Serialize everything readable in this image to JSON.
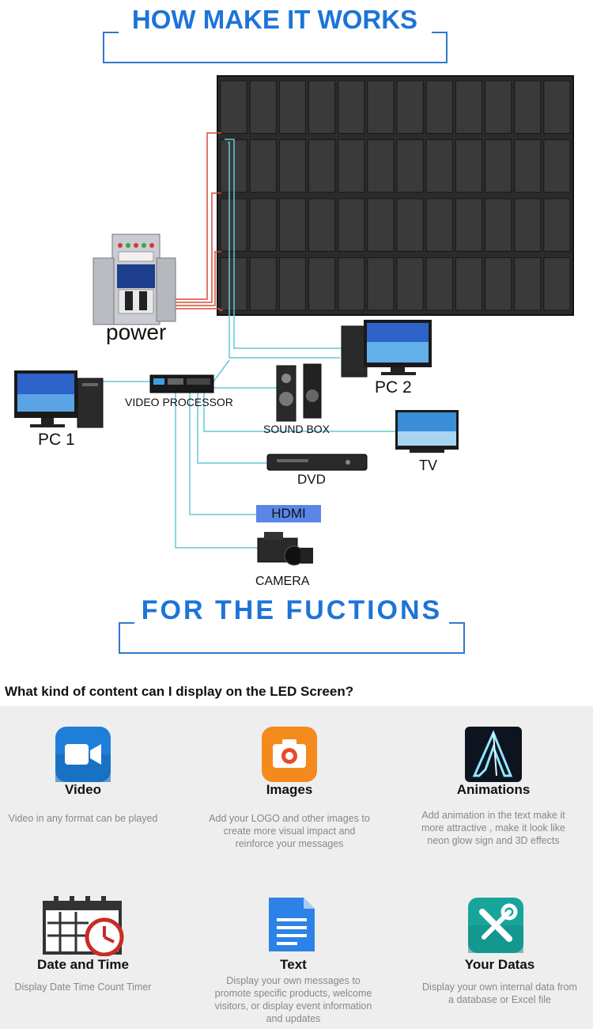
{
  "header": {
    "title_top": "HOW MAKE IT WORKS",
    "title_mid": "FOR THE FUCTIONS"
  },
  "diagram": {
    "power_label": "power",
    "video_processor_label": "VIDEO PROCESSOR",
    "pc1_label": "PC 1",
    "pc2_label": "PC 2",
    "sound_box_label": "SOUND BOX",
    "tv_label": "TV",
    "dvd_label": "DVD",
    "hdmi_label": "HDMI",
    "camera_label": "CAMERA",
    "colors": {
      "power_line": "#d64a3a",
      "signal_line": "#63c9d6",
      "accent": "#1d74d8"
    }
  },
  "content": {
    "question": "What kind of content can I display on the LED Screen?",
    "features": [
      {
        "title": "Video",
        "desc": [
          "Video in any format can be played"
        ],
        "icon": "video-camera-icon"
      },
      {
        "title": "Images",
        "desc": [
          "Add your LOGO and other images to",
          "create more visual impact and",
          "reinforce your messages"
        ],
        "icon": "camera-icon"
      },
      {
        "title": "Animations",
        "desc": [
          "Add animation in the text make it",
          "more attractive , make it look like",
          "neon glow sign and 3D effects"
        ],
        "icon": "neon-a-icon"
      },
      {
        "title": "Date and Time",
        "desc": [
          "Display Date Time Count Timer"
        ],
        "icon": "calendar-clock-icon"
      },
      {
        "title": "Text",
        "desc": [
          "Display your own messages to",
          "promote specific products, welcome",
          "visitors, or display event information",
          "and updates"
        ],
        "icon": "document-icon"
      },
      {
        "title": "Your Datas",
        "desc": [
          "Display your own internal data from",
          "a database or Excel file"
        ],
        "icon": "tools-icon"
      }
    ]
  }
}
